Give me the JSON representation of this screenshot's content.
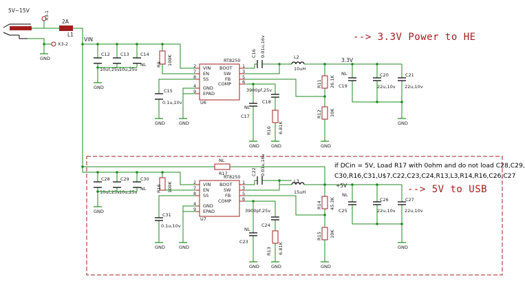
{
  "input": {
    "voltage": "5V~15V",
    "x31": "X3-1",
    "x32": "X3-2",
    "gnd": "GND",
    "fuse_rating": "2A",
    "inductor": "L1",
    "net": "VIN"
  },
  "annotations": {
    "top": "--> 3.3V Power to HE",
    "bottom": "--> 5V to USB",
    "note1": "if DCin = 5V, Load R17 with 0ohm and do not load C28,C29,",
    "note2": "C30,R16,C31,U$7,C22,C23,C24,R13,L3,R14,R16,C26,C27"
  },
  "top": {
    "caps_in": [
      {
        "ref": "C12",
        "val": "10uf,25v"
      },
      {
        "ref": "C13",
        "val": "10u,25v"
      },
      {
        "ref": "C14",
        "val": "NL"
      }
    ],
    "r_en": {
      "ref": "R9",
      "val": "100K"
    },
    "ic": {
      "part": "RT8250",
      "ref": "U6",
      "left": [
        "VIN",
        "EN",
        "SS",
        "",
        "GND",
        "EPAD"
      ],
      "lnum": [
        "2",
        "7",
        "8",
        "",
        "4",
        "9"
      ],
      "right": [
        "BOOT",
        "SW",
        "FB",
        "COMP"
      ],
      "rnum": [
        "1",
        "3",
        "5",
        "6"
      ]
    },
    "c_boot": {
      "ref": "C16",
      "val": "0.01u,16v"
    },
    "l_out": {
      "ref": "L2",
      "val": "10uH"
    },
    "c_ss": {
      "ref": "C15",
      "val": "0.1u,10v"
    },
    "c_comp": {
      "val": "3900pf,25v"
    },
    "c18": "C18",
    "c17": {
      "ref": "C17",
      "val": "NL"
    },
    "r10": {
      "ref": "R10",
      "val": "6.81K"
    },
    "r11": {
      "ref": "R11",
      "val": "26.1K"
    },
    "r12": {
      "ref": "R12",
      "val": "10K"
    },
    "net_out": "3.3V",
    "caps_out": [
      {
        "ref": "C19",
        "val": "NL"
      },
      {
        "ref": "C20",
        "val": "22u,10v"
      },
      {
        "ref": "C21",
        "val": "22u,10v"
      }
    ]
  },
  "bottom": {
    "r_bypass": {
      "ref": "R17",
      "val": "NL"
    },
    "caps_in": [
      {
        "ref": "C28",
        "val": "10uf,25v"
      },
      {
        "ref": "C29",
        "val": "10u,25v"
      },
      {
        "ref": "C30",
        "val": "NL"
      }
    ],
    "r_en": {
      "ref": "R16",
      "val": "100K"
    },
    "ic": {
      "part": "RT8250",
      "ref": "U7",
      "left": [
        "VIN",
        "EN",
        "SS",
        "",
        "GND",
        "EPAD"
      ],
      "lnum": [
        "2",
        "7",
        "8",
        "",
        "4",
        "9"
      ],
      "right": [
        "BOOT",
        "SW",
        "FB",
        "COMP"
      ],
      "rnum": [
        "1",
        "3",
        "5",
        "6"
      ]
    },
    "c_boot": {
      "ref": "C22",
      "val": "0.01u,16v"
    },
    "l_out": {
      "ref": "L3",
      "val": "15uH"
    },
    "c_ss": {
      "ref": "C31",
      "val": "0.1u,10v"
    },
    "c_comp": {
      "val": "3900pf,25v"
    },
    "c24": "C24",
    "c23": {
      "ref": "C23",
      "val": "NL"
    },
    "r13": {
      "ref": "R13",
      "val": "6.81K"
    },
    "r14": {
      "ref": "R14",
      "val": "45.3K"
    },
    "r15": {
      "ref": "R15",
      "val": "10K"
    },
    "net_out": "+5V",
    "caps_out": [
      {
        "ref": "C25",
        "val": "NL"
      },
      {
        "ref": "C26",
        "val": "22u,10v"
      },
      {
        "ref": "C27",
        "val": "22u,10v"
      }
    ]
  }
}
